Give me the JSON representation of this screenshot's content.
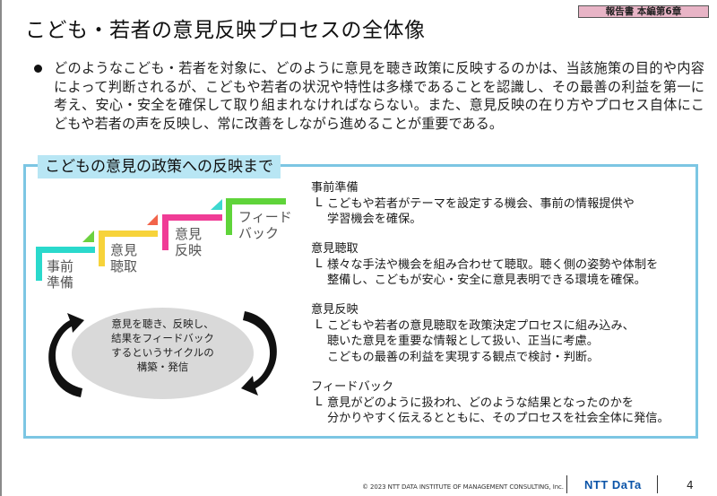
{
  "header": {
    "title": "こども・若者の意見反映プロセスの全体像",
    "badge": "報告書 本編第6章"
  },
  "intro": {
    "bullet_text": "どのようなこども・若者を対象に、どのように意見を聴き政策に反映するのかは、当該施策の目的や内容によって判断されるが、こどもや若者の状況や特性は多様であることを認識し、その最善の利益を第一に考え、安心・安全を確保して取り組まれなければならない。また、意見反映の在り方やプロセス自体にこどもや若者の声を反映し、常に改善をしながら進めることが重要である。"
  },
  "flow": {
    "title": "こどもの意見の政策への反映まで",
    "steps": [
      {
        "line1": "事前",
        "line2": "準備",
        "color": "#2ad9cc"
      },
      {
        "line1": "意見",
        "line2": "聴取",
        "color": "#f7d33a"
      },
      {
        "line1": "意見",
        "line2": "反映",
        "color": "#f03c96"
      },
      {
        "line1": "フィード",
        "line2": "バック",
        "color": "#5fd43a"
      }
    ],
    "triangle_colors": [
      "#6cd13f",
      "#f2644a",
      "#3dd8d0"
    ],
    "cycle": {
      "lines": [
        "意見を聴き、反映し、",
        "結果をフィードバック",
        "するというサイクルの",
        "構築・発信"
      ],
      "ellipse_color": "#d9d9d9"
    },
    "border_color": "#7cc6e3",
    "title_bg": "#b8e6f4",
    "descriptions": [
      {
        "heading": "事前準備",
        "mark": "L",
        "lines": [
          "こどもや若者がテーマを設定する機会、事前の情報提供や",
          "学習機会を確保。"
        ]
      },
      {
        "heading": "意見聴取",
        "mark": "L",
        "lines": [
          "様々な手法や機会を組み合わせて聴取。聴く側の姿勢や体制を",
          "整備し、こどもが安心・安全に意見表明できる環境を確保。"
        ]
      },
      {
        "heading": "意見反映",
        "mark": "L",
        "lines": [
          "こどもや若者の意見聴取を政策決定プロセスに組み込み、",
          "聴いた意見を重要な情報として扱い、正当に考慮。",
          "こどもの最善の利益を実現する観点で検討・判断。"
        ]
      },
      {
        "heading": "フィードバック",
        "mark": "L",
        "lines": [
          "意見がどのように扱われ、どのような結果となったのかを",
          "分かりやすく伝えるとともに、そのプロセスを社会全体に発信。"
        ]
      }
    ]
  },
  "footer": {
    "copyright": "© 2023 NTT DATA INSTITUTE OF MANAGEMENT CONSULTING, Inc.",
    "logo": "NTT DaTa",
    "page_number": "4",
    "logo_color": "#0b54a8"
  }
}
